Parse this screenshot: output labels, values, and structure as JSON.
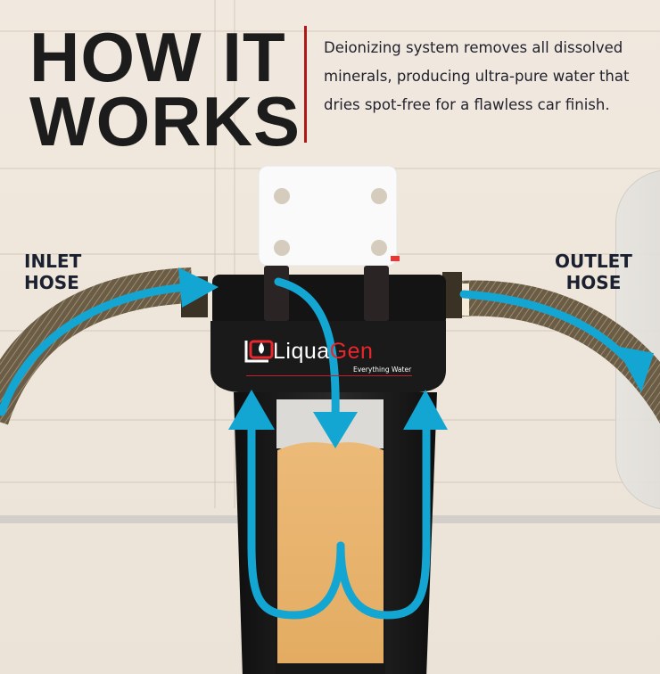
{
  "header": {
    "title_line1": "HOW IT",
    "title_line2": "WORKS",
    "description": "Deionizing system removes all dissolved minerals, producing ultra-pure water that dries spot-free for a flawless car finish."
  },
  "labels": {
    "inlet": {
      "line1": "INLET",
      "line2": "HOSE"
    },
    "outlet": {
      "line1": "OUTLET",
      "line2": "HOSE"
    }
  },
  "product": {
    "brand_part1": "Liqua",
    "brand_part2": "Gen",
    "tagline": "Everything Water",
    "logo_icon": "water-drop-box-icon"
  },
  "flow": {
    "arrow_color": "#14a6d2",
    "arrows": [
      "inlet-arrow",
      "down-center-arrow",
      "up-left-arrow",
      "up-right-arrow",
      "outlet-arrow"
    ]
  },
  "colors": {
    "accent_red": "#b01818",
    "brand_red": "#e8262c",
    "resin": "#e9b46e",
    "housing": "#1a1a1a",
    "background": "#efe7dc",
    "text_dark": "#1c1c1c"
  }
}
